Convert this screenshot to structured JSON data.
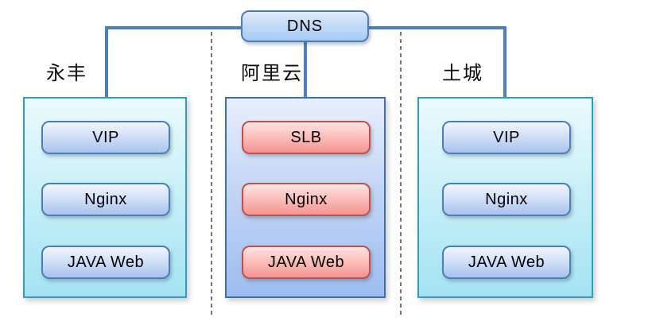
{
  "root_node": {
    "label": "DNS"
  },
  "zones": [
    {
      "label": "永丰",
      "container_style": "cyan",
      "node_style": "blue",
      "nodes": [
        "VIP",
        "Nginx",
        "JAVA Web"
      ]
    },
    {
      "label": "阿里云",
      "container_style": "blue",
      "node_style": "red",
      "nodes": [
        "SLB",
        "Nginx",
        "JAVA Web"
      ]
    },
    {
      "label": "土城",
      "container_style": "cyan",
      "node_style": "blue",
      "nodes": [
        "VIP",
        "Nginx",
        "JAVA Web"
      ]
    }
  ],
  "edges": [
    {
      "from": "DNS",
      "to": "永丰/VIP"
    },
    {
      "from": "DNS",
      "to": "阿里云/SLB"
    },
    {
      "from": "DNS",
      "to": "土城/VIP"
    },
    {
      "from": "永丰/VIP",
      "to": "永丰/Nginx"
    },
    {
      "from": "永丰/Nginx",
      "to": "永丰/JAVA Web"
    },
    {
      "from": "阿里云/SLB",
      "to": "阿里云/Nginx"
    },
    {
      "from": "阿里云/Nginx",
      "to": "阿里云/JAVA Web"
    },
    {
      "from": "土城/VIP",
      "to": "土城/Nginx"
    },
    {
      "from": "土城/Nginx",
      "to": "土城/JAVA Web"
    }
  ],
  "colors": {
    "connector_blue": "#4a80bf",
    "arrow_navy": "#1e3a5f",
    "separator_gray": "#3c3c3c",
    "node_blue_border": "#4a7ebb",
    "node_blue_fill_top": "#f1f6fd",
    "node_blue_fill_bottom": "#aac2ee",
    "node_red_border": "#c0504d",
    "node_red_fill_top": "#fde4e2",
    "node_red_fill_bottom": "#f4938f",
    "zone_cyan_border": "#2f9fc1",
    "zone_cyan_fill_top": "#ebfafd",
    "zone_cyan_fill_bottom": "#a4e3f2",
    "zone_blue_border": "#3c70a8",
    "zone_blue_fill_top": "#e8effb",
    "zone_blue_fill_bottom": "#9dbdf0"
  }
}
